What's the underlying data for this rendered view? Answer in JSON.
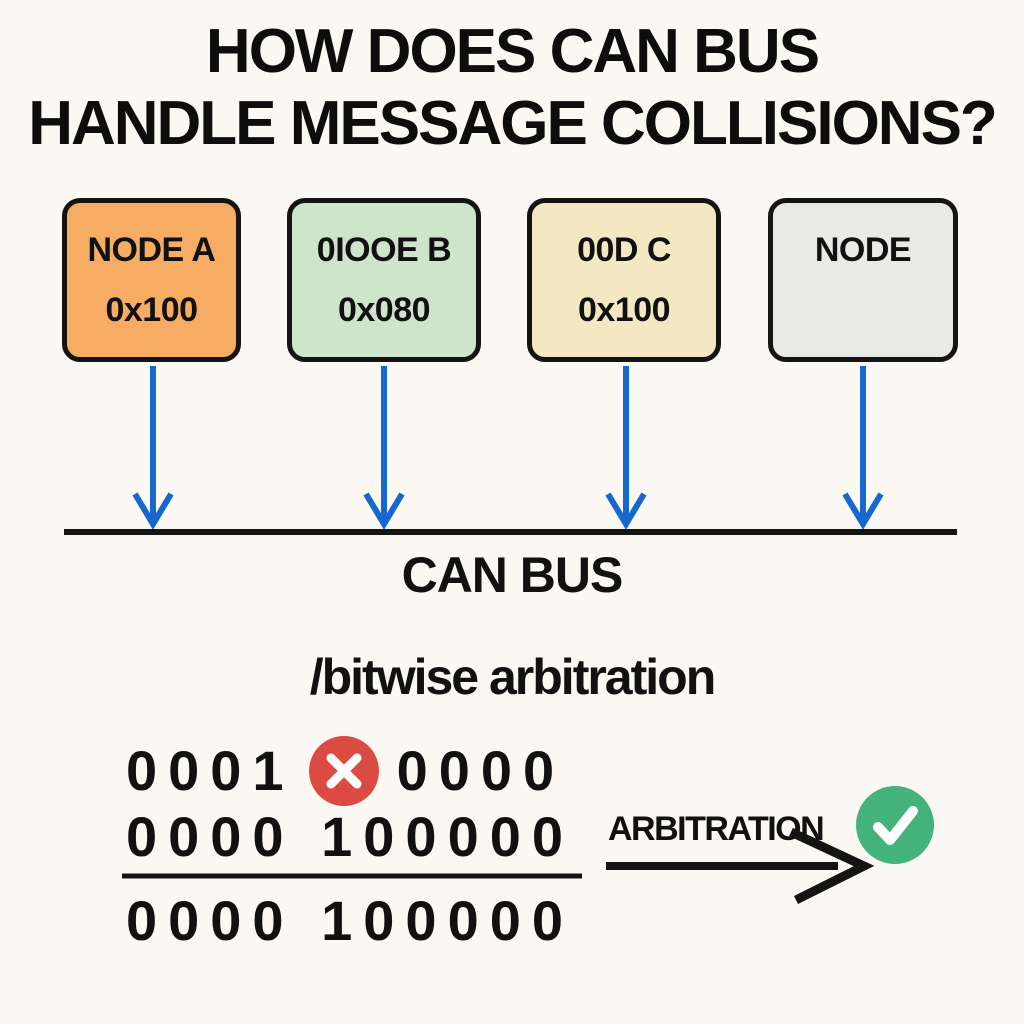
{
  "title": {
    "line1": "HOW DOES CAN BUS",
    "line2": "HANDLE MESSAGE COLLISIONS?"
  },
  "nodes": [
    {
      "name": "NODE A",
      "id": "0x100",
      "color": "#F6AC62"
    },
    {
      "name": "0IOOE B",
      "id": "0x080",
      "color": "#CEE4CB"
    },
    {
      "name": "00D C",
      "id": "0x100",
      "color": "#F4E8C3"
    },
    {
      "name": "NODE",
      "id": "",
      "color": "#E9E9E6"
    }
  ],
  "bus": {
    "label": "CAN BUS",
    "line_color": "#141414",
    "arrow_color": "#1667CE"
  },
  "arbitration": {
    "subtitle": "/bitwise arbitration",
    "row1_left": "0001",
    "row1_right": "0000",
    "row2": "0000 100000",
    "result": "0000 100000",
    "label": "ARBITRATION"
  },
  "icons": {
    "collision": "x-circle",
    "winner": "check-circle"
  },
  "colors": {
    "background": "#FBF8F3",
    "collision_red": "#DC4B41",
    "winner_green": "#43B37B",
    "text": "#111111"
  }
}
